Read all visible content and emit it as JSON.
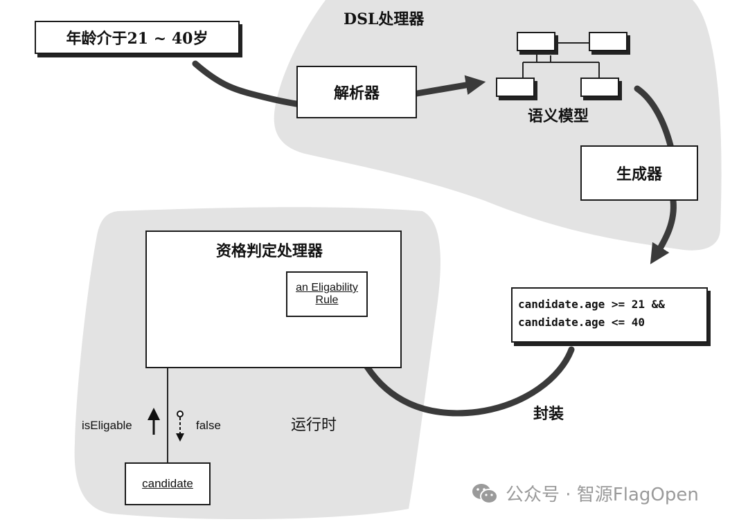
{
  "input_box": "年龄介于21 ~ 40岁",
  "dsl_processor_title": "DSL处理器",
  "parser_label": "解析器",
  "semantic_model_label": "语义模型",
  "generator_label": "生成器",
  "generated_code": {
    "line1": "candidate.age >= 21 &&",
    "line2": "candidate.age <= 40"
  },
  "package_label": "封装",
  "eligibility_processor_title": "资格判定处理器",
  "rule_object": {
    "line1": "an Eligability",
    "line2": "Rule"
  },
  "candidate_label": "candidate",
  "is_eligable_label": "isEligable",
  "false_label": "false",
  "runtime_label": "运行时",
  "watermark": "公众号 · 智源FlagOpen",
  "colors": {
    "region_fill": "#e3e3e3",
    "arrow": "#3a3a3a",
    "watermark": "#9a9a9a"
  }
}
